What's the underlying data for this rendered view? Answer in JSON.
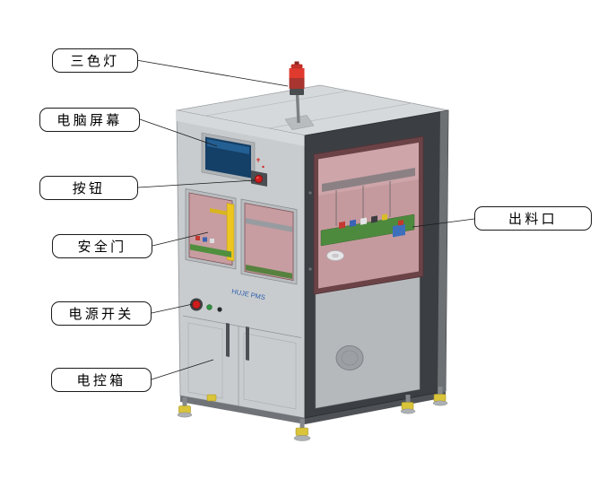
{
  "diagram": {
    "labels": [
      {
        "id": "tricolor-light",
        "text": "三色灯"
      },
      {
        "id": "computer-screen",
        "text": "电脑屏幕"
      },
      {
        "id": "button",
        "text": "按钮"
      },
      {
        "id": "safety-door",
        "text": "安全门"
      },
      {
        "id": "power-switch",
        "text": "电源开关"
      },
      {
        "id": "control-box",
        "text": "电控箱"
      },
      {
        "id": "discharge-outlet",
        "text": "出料口"
      }
    ],
    "machine": {
      "brand_text": "HUJE PMS"
    },
    "colors": {
      "tower_red_top": "#e03a2e",
      "tower_red_bottom": "#a8352f",
      "estop_red": "#cf1d1d",
      "indicator_green": "#2f9440",
      "glass_pink": "#c59a9e",
      "door_glass_pink": "#c79da1",
      "window_frame_maroon": "#6b4347",
      "screen_blue": "#143f66",
      "brand_blue": "#2b5fae",
      "foot_yellow": "#d9c43a",
      "body_gray": "#c9ccce",
      "frame_dark": "#3b3f43"
    }
  }
}
